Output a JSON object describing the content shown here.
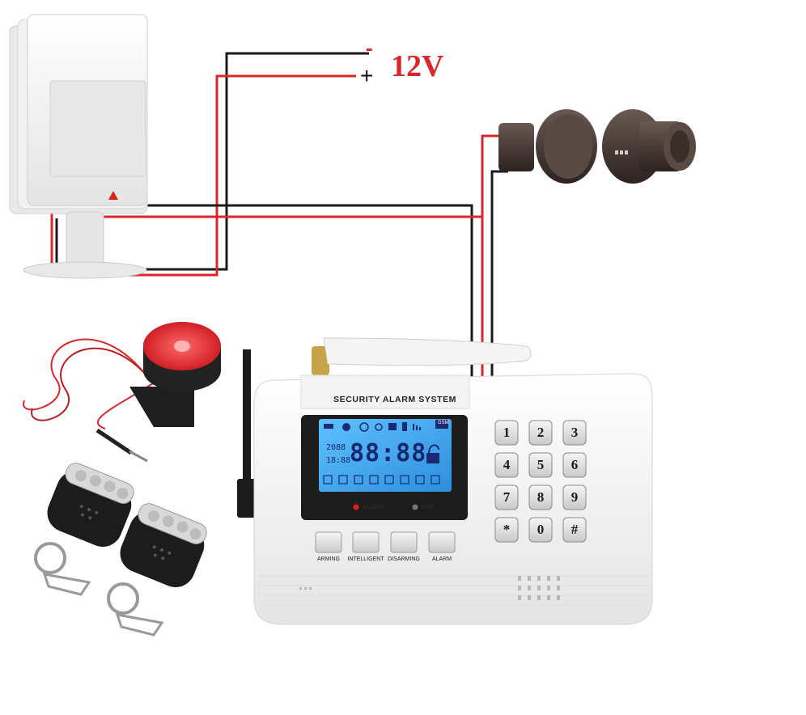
{
  "power_supply": {
    "label": "12V",
    "negative_symbol": "-",
    "positive_symbol": "+"
  },
  "panel": {
    "title": "SECURITY ALARM SYSTEM",
    "lcd": {
      "time": "88:88",
      "small_top": "2088",
      "small_bottom": "18:88",
      "gsm_tag": "GSM"
    },
    "indicators": [
      {
        "label": "ALARM",
        "color": "#e02020"
      },
      {
        "label": "GSM",
        "color": "#777777"
      }
    ],
    "function_buttons": [
      "ARMING",
      "INTELLIGENT",
      "DISARMING",
      "ALARM"
    ],
    "keypad": [
      "1",
      "2",
      "3",
      "4",
      "5",
      "6",
      "7",
      "8",
      "9",
      "*",
      "0",
      "#"
    ]
  },
  "colors": {
    "wire_red": "#d8282c",
    "wire_black": "#1a1a1a",
    "device_white": "#f4f4f4",
    "lcd_blue": "#3aa5ee",
    "siren_red": "#e21c24",
    "contact_brown": "#4a3c37"
  },
  "icons": [
    "pir-motion-sensor-icon",
    "door-magnetic-contact-icon",
    "siren-icon",
    "remote-keyfob-icon",
    "antenna-icon"
  ]
}
